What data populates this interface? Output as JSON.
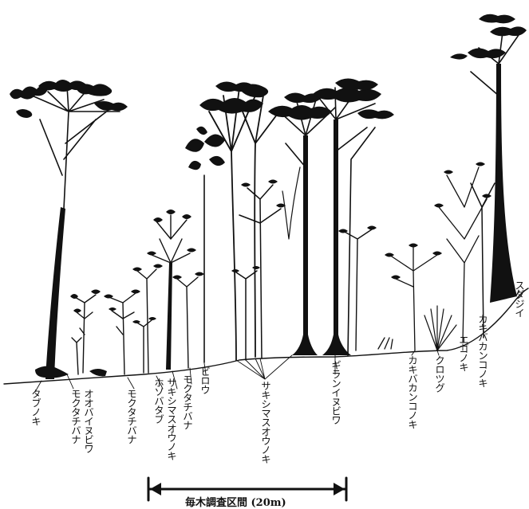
{
  "species_labels": {
    "tabunoki": "タブノキ",
    "mokutachibana_1": "モクタチバナ",
    "ooba_inubiwa": "オオバイヌビワ",
    "mokutachibana_2": "モクタチバナ",
    "hosobatabu": "ホソバタブ",
    "sakishimasuounoki_1": "サキシマスオウノキ",
    "mokutachibana_3": "モクタチバナ",
    "birou": "ビロウ",
    "sakishimasuounoki_2": "サキシマスオウノキ",
    "giran_inubiwa": "ギランイヌビワ",
    "kakibakankonoki_1": "カキバカンコノキ",
    "kurotsugu": "クロツグ",
    "egonoki": "エゴノキ",
    "kakibakankonoki_2": "カキバカンコノキ",
    "sudajii": "スダジイ"
  },
  "scale_bar": {
    "label": "毎木調査区間 (20m)"
  },
  "colors": {
    "ink": "#111111",
    "background": "#ffffff"
  }
}
